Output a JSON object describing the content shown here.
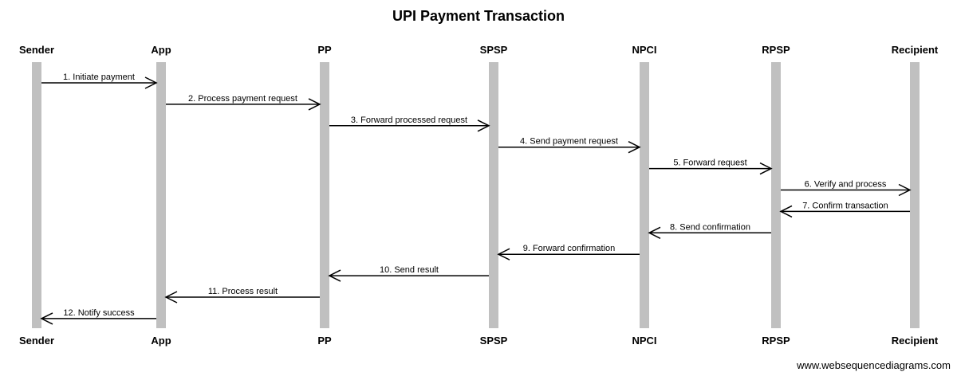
{
  "diagram": {
    "title": "UPI Payment Transaction",
    "watermark": "www.websequencediagrams.com",
    "colors": {
      "lifeline": "#c0c0c0",
      "line": "#000000",
      "text": "#000000",
      "background": "#ffffff"
    },
    "participants": [
      {
        "id": "sender",
        "label": "Sender"
      },
      {
        "id": "app",
        "label": "App"
      },
      {
        "id": "pp",
        "label": "PP"
      },
      {
        "id": "spsp",
        "label": "SPSP"
      },
      {
        "id": "npci",
        "label": "NPCI"
      },
      {
        "id": "rpsp",
        "label": "RPSP"
      },
      {
        "id": "recipient",
        "label": "Recipient"
      }
    ],
    "messages": [
      {
        "from": "sender",
        "to": "app",
        "label": "1. Initiate payment"
      },
      {
        "from": "app",
        "to": "pp",
        "label": "2. Process payment request"
      },
      {
        "from": "pp",
        "to": "spsp",
        "label": "3. Forward processed request"
      },
      {
        "from": "spsp",
        "to": "npci",
        "label": "4. Send payment request"
      },
      {
        "from": "npci",
        "to": "rpsp",
        "label": "5. Forward request"
      },
      {
        "from": "rpsp",
        "to": "recipient",
        "label": "6. Verify and process"
      },
      {
        "from": "recipient",
        "to": "rpsp",
        "label": "7. Confirm transaction"
      },
      {
        "from": "rpsp",
        "to": "npci",
        "label": "8. Send confirmation"
      },
      {
        "from": "npci",
        "to": "spsp",
        "label": "9. Forward confirmation"
      },
      {
        "from": "spsp",
        "to": "pp",
        "label": "10. Send result"
      },
      {
        "from": "pp",
        "to": "app",
        "label": "11. Process result"
      },
      {
        "from": "app",
        "to": "sender",
        "label": "12. Notify success"
      }
    ]
  }
}
